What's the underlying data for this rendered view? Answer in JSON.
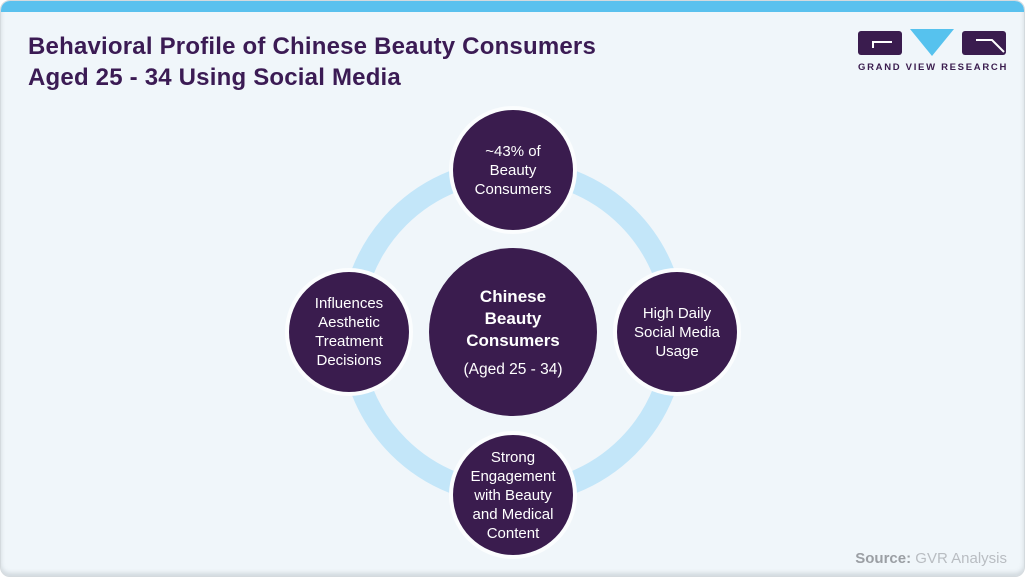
{
  "header": {
    "title_line1": "Behavioral Profile of Chinese Beauty Consumers",
    "title_line2": "Aged 25 - 34 Using Social Media"
  },
  "logo": {
    "name": "Grand View Research",
    "text": "GRAND VIEW RESEARCH"
  },
  "diagram": {
    "center": {
      "title": "Chinese Beauty Consumers",
      "subtitle": "(Aged 25 - 34)"
    },
    "satellites": [
      {
        "position": "top",
        "label": "~43% of Beauty Consumers"
      },
      {
        "position": "right",
        "label": "High Daily Social Media Usage"
      },
      {
        "position": "bottom",
        "label": "Strong Engagement with Beauty and Medical Content"
      },
      {
        "position": "left",
        "label": "Influences Aesthetic Treatment Decisions"
      }
    ]
  },
  "footer": {
    "source_label": "Source:",
    "source_value": "GVR Analysis"
  },
  "colors": {
    "dark_purple": "#3a1c4e",
    "title_purple": "#3b1b54",
    "sky_blue": "#5ac1ee",
    "ring_blue": "#c3e6f9",
    "card_background": "#f0f6fa",
    "circle_text": "#ffffff",
    "source_gray": "#9b9fa4"
  }
}
